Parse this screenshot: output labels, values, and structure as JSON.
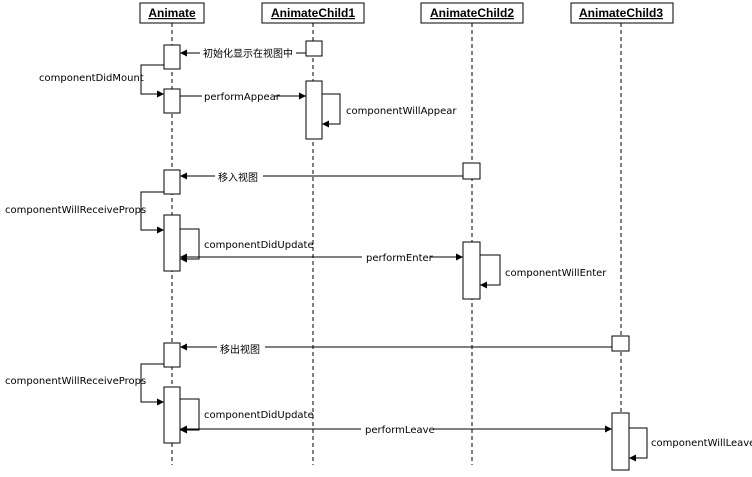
{
  "lifelines": [
    {
      "id": "animate",
      "label": "Animate"
    },
    {
      "id": "child1",
      "label": "AnimateChild1"
    },
    {
      "id": "child2",
      "label": "AnimateChild2"
    },
    {
      "id": "child3",
      "label": "AnimateChild3"
    }
  ],
  "messages": {
    "init_display": "初始化显示在视图中",
    "component_did_mount": "componentDidMount",
    "perform_appear": "performAppear",
    "component_will_appear": "componentWillAppear",
    "move_in_view": "移入视图",
    "component_will_receive_props_1": "componentWillReceiveProps",
    "component_did_update_1": "componentDidUpdate",
    "perform_enter": "performEnter",
    "component_will_enter": "componentWillEnter",
    "move_out_view": "移出视图",
    "component_will_receive_props_2": "componentWillReceiveProps",
    "component_did_update_2": "componentDidUpdate",
    "perform_leave": "performLeave",
    "component_will_leave": "componentWillLeave"
  }
}
